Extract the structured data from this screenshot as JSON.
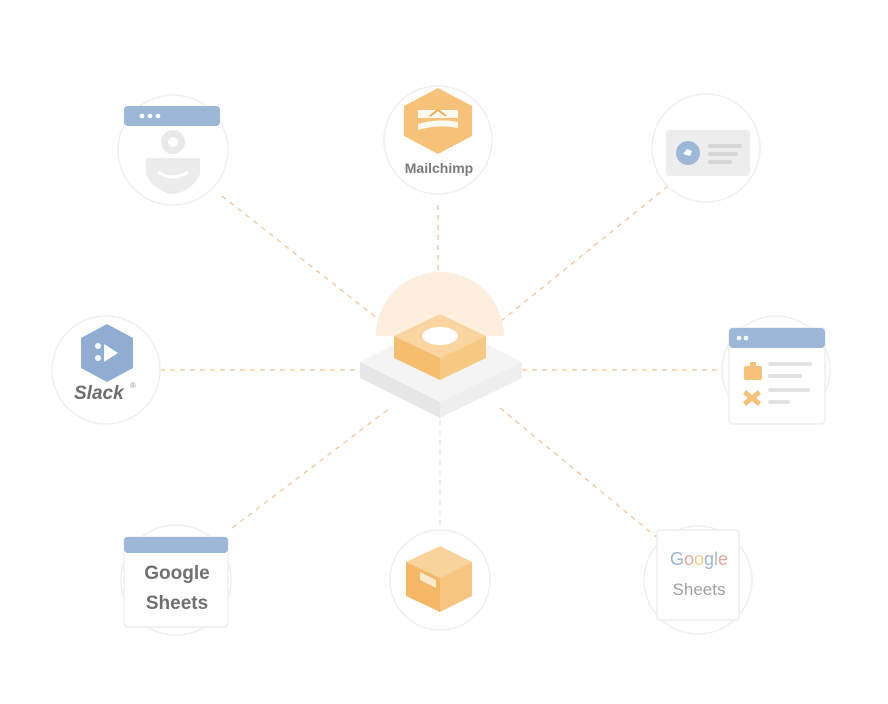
{
  "nodes": {
    "mailchimp": {
      "label": "Mailchimp",
      "icon": "mailchimp-icon"
    },
    "slack": {
      "label": "Slack",
      "trademark": "®",
      "icon": "slack-icon"
    },
    "google_sheets_left": {
      "line1": "Google",
      "line2": "Sheets",
      "icon": "browser-window-icon"
    },
    "google_sheets_right": {
      "line1_letters": [
        "G",
        "o",
        "o",
        "g",
        "l",
        "e"
      ],
      "line2": "Sheets"
    },
    "profile_window": {
      "icon": "profile-window-icon"
    },
    "notification_card": {
      "icon": "notification-card-icon"
    },
    "checklist_window": {
      "icon": "checklist-window-icon"
    },
    "package_box": {
      "icon": "package-box-icon"
    },
    "central_hub": {
      "icon": "hub-platform-icon"
    }
  },
  "colors": {
    "orange": "#f6c27a",
    "orange_dark": "#f0ad57",
    "blue": "#9ab4d6",
    "gray": "#e6e6e6",
    "connector": "#f3c9a0"
  }
}
